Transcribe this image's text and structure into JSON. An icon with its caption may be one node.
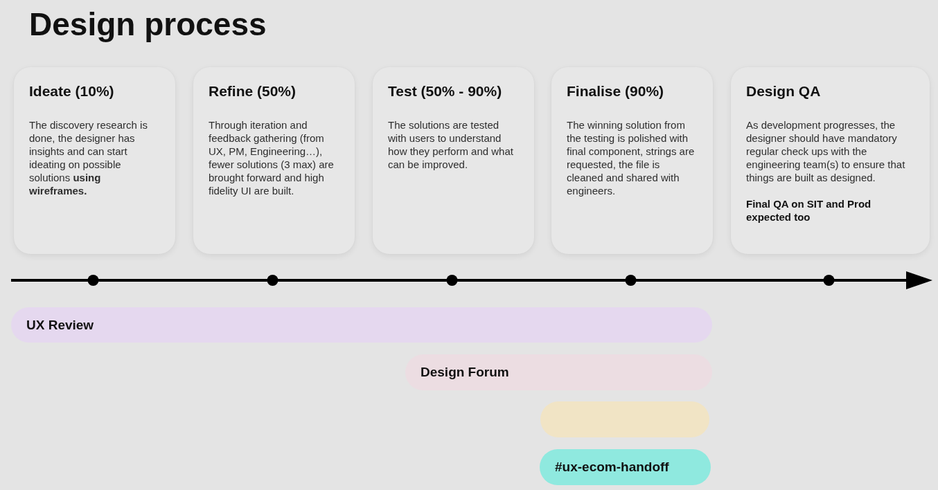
{
  "diagram": {
    "title": "Design process",
    "nodes": [
      {
        "text": [
          "Ideate (10%)",
          "The discovery research is done, the designer has insights and can start ideating on possible solutions **using wireframes.**"
        ]
      },
      {
        "text": [
          "Refine (50%)",
          "Through iteration and feedback gathering (from UX, PM, Engineering…), fewer solutions (3 max) are brought forward and high fidelity UI are built."
        ]
      },
      {
        "text": [
          "Test (50% - 90%)",
          "The solutions are tested with users to understand how they perform and what can be improved."
        ]
      },
      {
        "text": [
          "Finalise (90%)",
          "The winning solution from the testing is polished with final component, strings are requested, the file is cleaned and shared with engineers."
        ]
      },
      {
        "text": [
          "Design QA",
          "As development progresses, the designer should have mandatory regular check ups with the engineering team(s) to ensure that things are built as designed.",
          "Final QA on SIT and Prod expected too"
        ]
      },
      {
        "text": [
          "UX Review"
        ]
      },
      {
        "text": [
          "Design Forum"
        ]
      },
      {
        "text": [],
        "shape": "bar"
      },
      {
        "text": [
          "#ux-ecom-handoff"
        ]
      }
    ]
  }
}
